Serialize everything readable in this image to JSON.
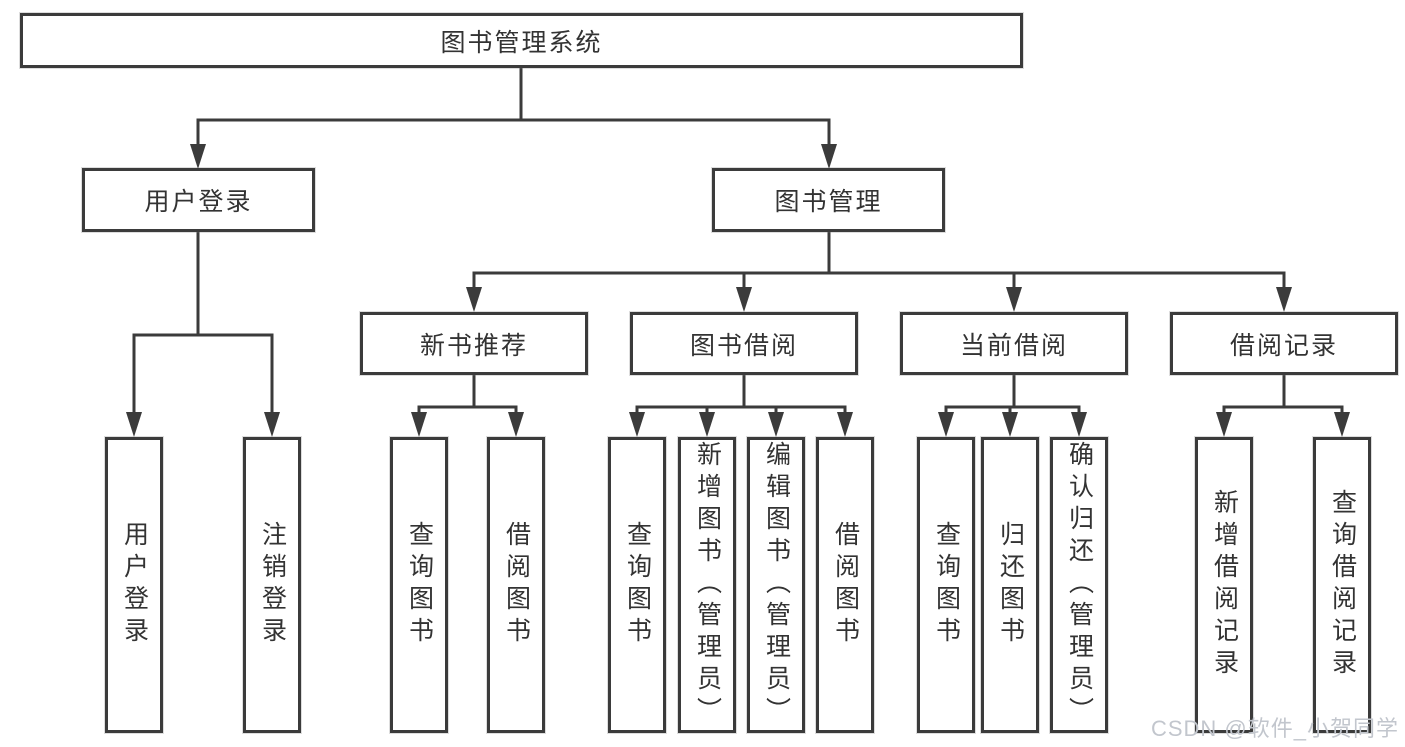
{
  "tree": {
    "label": "图书管理系统",
    "children": [
      {
        "label": "用户登录",
        "children": [
          {
            "label": "用户登录"
          },
          {
            "label": "注销登录"
          }
        ]
      },
      {
        "label": "图书管理",
        "children": [
          {
            "label": "新书推荐",
            "children": [
              {
                "label": "查询图书"
              },
              {
                "label": "借阅图书"
              }
            ]
          },
          {
            "label": "图书借阅",
            "children": [
              {
                "label": "查询图书"
              },
              {
                "label": "新增图书（管理员）"
              },
              {
                "label": "编辑图书（管理员）"
              },
              {
                "label": "借阅图书"
              }
            ]
          },
          {
            "label": "当前借阅",
            "children": [
              {
                "label": "查询图书"
              },
              {
                "label": "归还图书"
              },
              {
                "label": "确认归还（管理员）"
              }
            ]
          },
          {
            "label": "借阅记录",
            "children": [
              {
                "label": "新增借阅记录"
              },
              {
                "label": "查询借阅记录"
              }
            ]
          }
        ]
      }
    ]
  },
  "watermark": "CSDN @软件_小贺同学",
  "colors": {
    "line": "#3b3b3b",
    "text": "#333333",
    "background": "#ffffff",
    "watermark": "#c2c6cd"
  }
}
